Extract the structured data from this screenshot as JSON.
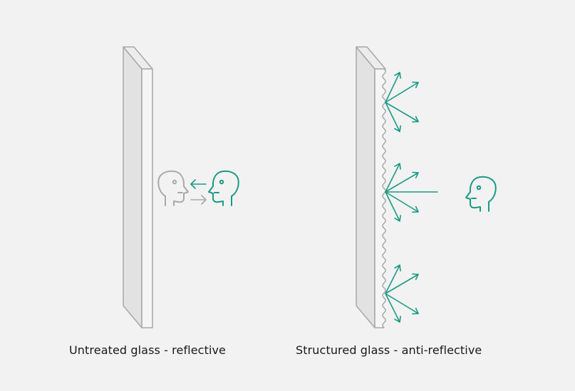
{
  "colors": {
    "background": "#f2f2f2",
    "glass_face": "#e2e2e2",
    "glass_edge": "#f5f5f5",
    "glass_stroke": "#a8a8a8",
    "accent": "#1a9a86",
    "reflection": "#a9a9a9",
    "text": "#1a1a1a"
  },
  "panels": [
    {
      "caption": "Untreated glass - reflective",
      "glass_surface": "smooth",
      "icons": [
        "viewer-head-icon",
        "reflected-head-icon",
        "arrow-left-icon",
        "arrow-right-icon"
      ]
    },
    {
      "caption": "Structured glass - anti-reflective",
      "glass_surface": "wavy",
      "icons": [
        "viewer-head-icon",
        "scattered-rays-icon"
      ]
    }
  ]
}
